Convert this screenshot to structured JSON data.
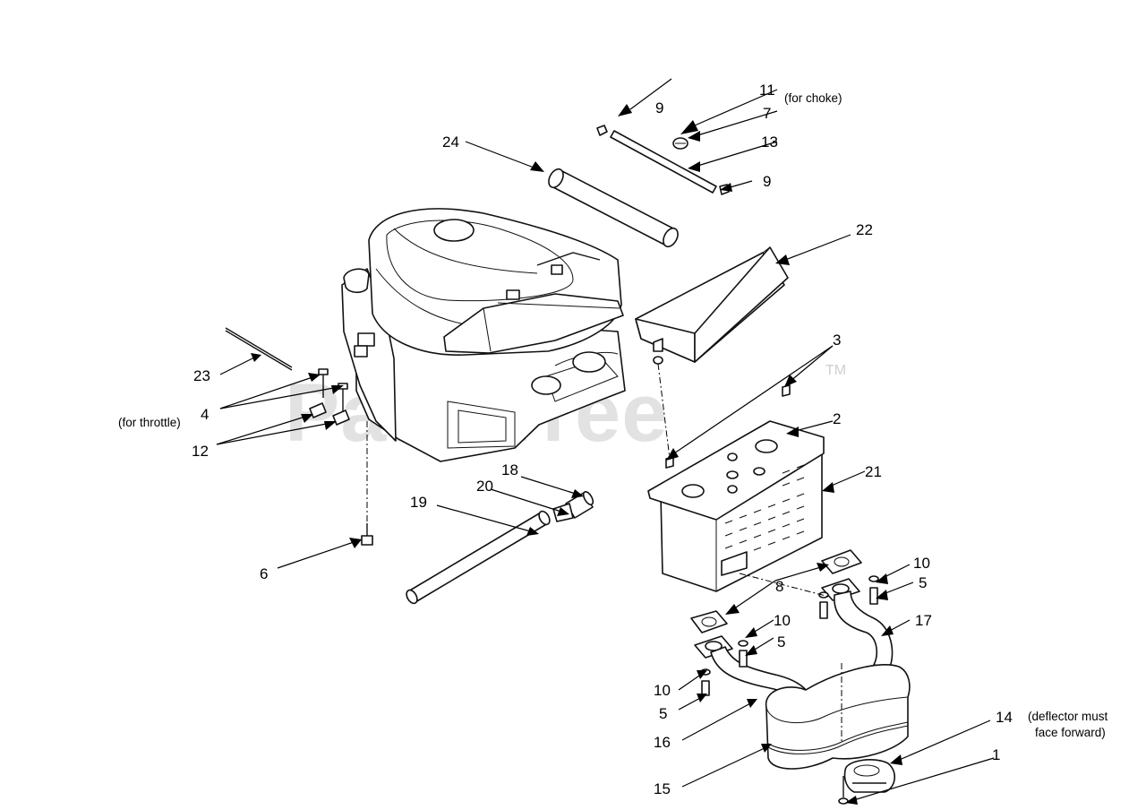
{
  "watermark": {
    "text": "PartsTree",
    "trademark": "TM"
  },
  "callouts": {
    "c1": "1",
    "c2": "2",
    "c3": "3",
    "c4": "4",
    "c5a": "5",
    "c5b": "5",
    "c5c": "5",
    "c6": "6",
    "c7": "7",
    "c8": "8",
    "c9a": "9",
    "c9b": "9",
    "c10a": "10",
    "c10b": "10",
    "c10c": "10",
    "c11": "11",
    "c12": "12",
    "c13": "13",
    "c14": "14",
    "c15": "15",
    "c16": "16",
    "c17": "17",
    "c18": "18",
    "c19": "19",
    "c20": "20",
    "c21": "21",
    "c22": "22",
    "c23": "23",
    "c24": "24"
  },
  "notes": {
    "choke": "(for choke)",
    "throttle": "(for throttle)",
    "deflector_line1": "(deflector must",
    "deflector_line2": "face forward)"
  }
}
